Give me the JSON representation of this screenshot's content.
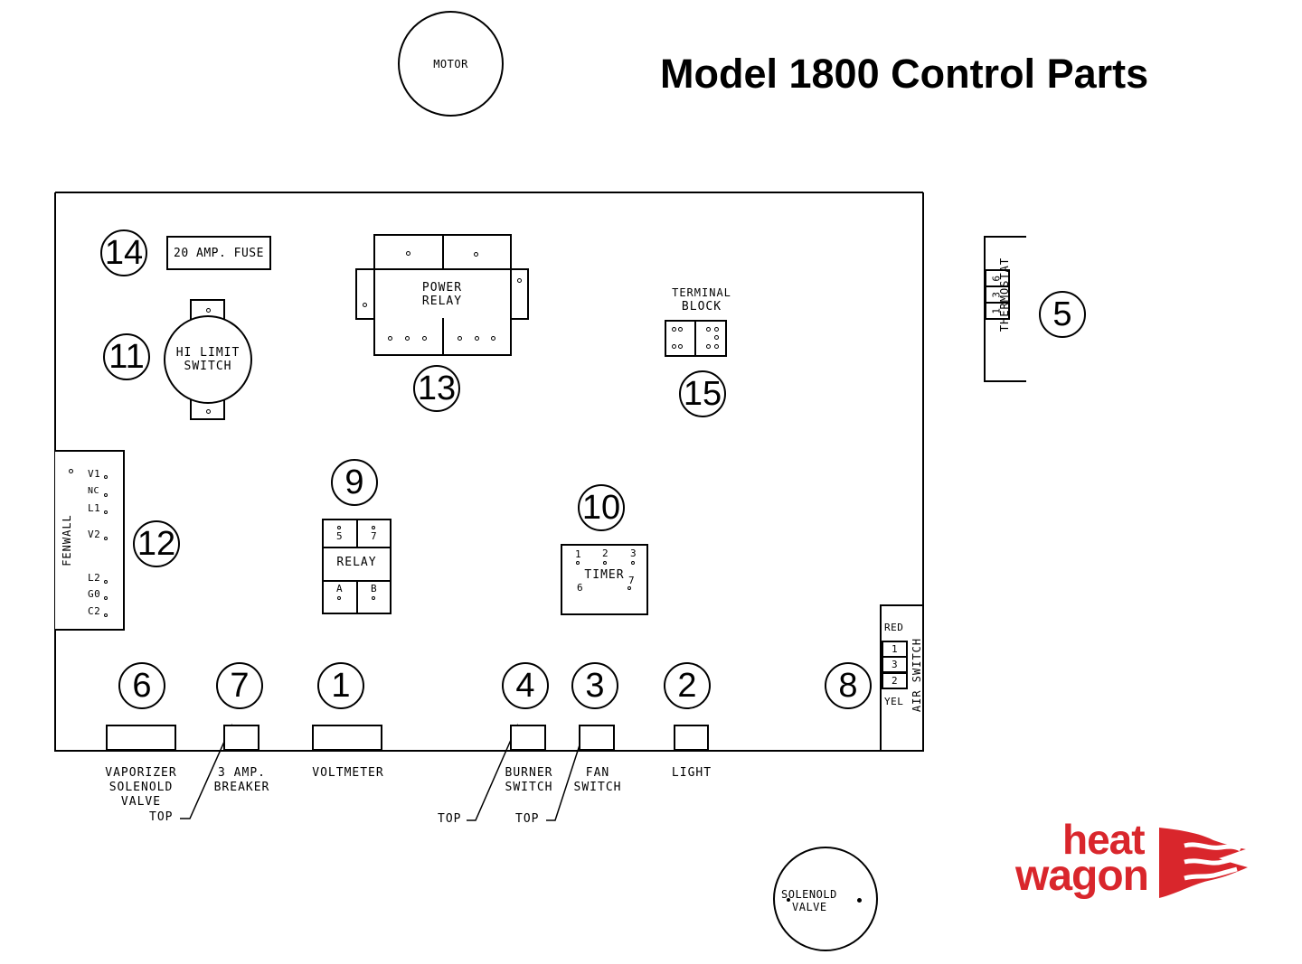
{
  "title": "Model 1800 Control Parts",
  "external_components": {
    "motor": "MOTOR",
    "solenoid_valve": [
      "SOLENOLD",
      "VALVE"
    ]
  },
  "components": {
    "fuse": {
      "callout": "14",
      "label": "20 AMP. FUSE"
    },
    "hi_limit_switch": {
      "callout": "11",
      "label": [
        "HI LIMIT",
        "SWITCH"
      ]
    },
    "power_relay": {
      "callout": "13",
      "label": [
        "POWER",
        "RELAY"
      ]
    },
    "terminal_block": {
      "callout": "15",
      "label": [
        "TERMINAL",
        "BLOCK"
      ]
    },
    "thermostat": {
      "callout": "5",
      "label": "THERMOSTAT",
      "terminals": [
        "6",
        "3",
        "1"
      ]
    },
    "fenwall": {
      "callout": "12",
      "label": "FENWALL",
      "terminals": [
        "V1",
        "NC",
        "L1",
        "V2",
        "L2",
        "G0",
        "C2"
      ]
    },
    "relay": {
      "callout": "9",
      "label": "RELAY",
      "terminals": [
        "5",
        "7",
        "A",
        "B"
      ]
    },
    "timer": {
      "callout": "10",
      "label": "TIMER",
      "terminals": [
        "1",
        "2",
        "3",
        "6",
        "7"
      ]
    },
    "air_switch": {
      "callout": "8",
      "label": "AIR SWITCH",
      "top_label": "RED",
      "bottom_label": "YEL",
      "terminals": [
        "1",
        "3",
        "2"
      ]
    },
    "vaporizer_solenoid_valve": {
      "callout": "6",
      "label": [
        "VAPORIZER",
        "SOLENOLD",
        "VALVE"
      ]
    },
    "breaker": {
      "callout": "7",
      "label": [
        "3 AMP.",
        "BREAKER"
      ],
      "top_label": "TOP"
    },
    "voltmeter": {
      "callout": "1",
      "label": [
        "VOLTMETER"
      ]
    },
    "burner_switch": {
      "callout": "4",
      "label": [
        "BURNER",
        "SWITCH"
      ],
      "top_label": "TOP"
    },
    "fan_switch": {
      "callout": "3",
      "label": [
        "FAN",
        "SWITCH"
      ],
      "top_label": "TOP"
    },
    "light": {
      "callout": "2",
      "label": [
        "LIGHT"
      ]
    }
  },
  "logo": {
    "line1": "heat",
    "line2": "wagon",
    "color": "#d9262c"
  }
}
